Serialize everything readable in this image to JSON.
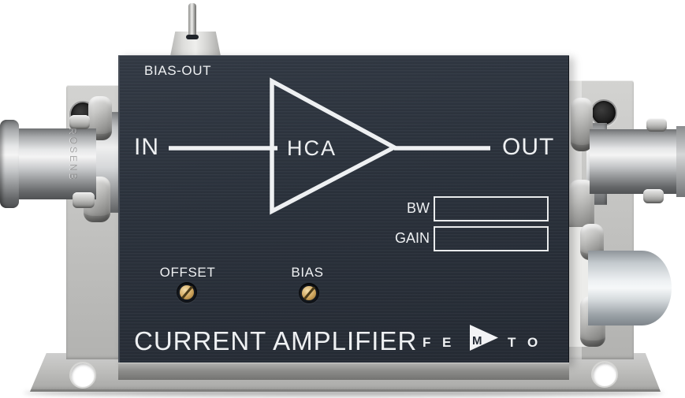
{
  "device": {
    "kind": "benchtop current amplifier module photo",
    "panel": {
      "bias_out_label": "BIAS-OUT",
      "in_label": "IN",
      "amp_model_label": "HCA",
      "out_label": "OUT",
      "bw_label": "BW",
      "bw_value": "",
      "gain_label": "GAIN",
      "gain_value": "",
      "offset_label": "OFFSET",
      "bias_label": "BIAS",
      "title": "CURRENT AMPLIFIER"
    },
    "brand": {
      "name": "FEMTO",
      "f": "F",
      "e": "E",
      "m": "M",
      "t": "T",
      "o": "O"
    },
    "connectors": {
      "left_bnc_embossing": "ROSENB",
      "left": "BNC input connector",
      "right": "BNC output connector",
      "top": "bias-out pin connector",
      "bottom_right": "power supply connector"
    },
    "colors": {
      "panel": "#2b323c",
      "panel_text": "#eef0f2",
      "chassis": "#c4c4c2",
      "trimmer_gold": "#cfa55d",
      "background": "#ffffff"
    }
  }
}
